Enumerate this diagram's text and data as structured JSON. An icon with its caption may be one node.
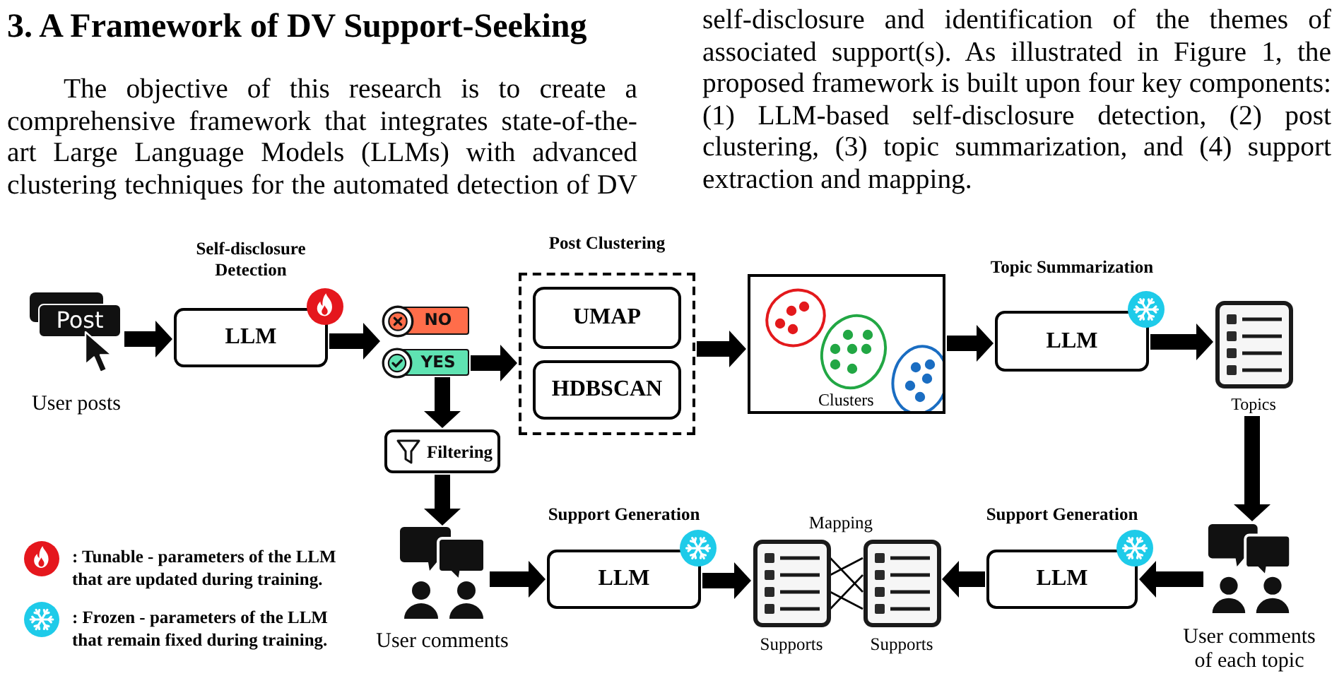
{
  "diagram": {
    "title": "3. A Framework of DV Support-Seeking",
    "nodes": [
      {
        "text": [
          "Post"
        ],
        "beside": [
          "User posts"
        ]
      },
      {
        "text": [
          "Self-disclosure Detection",
          "LLM"
        ]
      },
      {
        "text": [
          "NO"
        ]
      },
      {
        "text": [
          "YES"
        ]
      },
      {
        "text": [
          "Post Clustering"
        ]
      },
      {
        "text": [
          "UMAP"
        ],
        "in": 4
      },
      {
        "text": [
          "HDBSCAN"
        ],
        "in": 4
      },
      {
        "text": [
          "Clusters"
        ]
      },
      {
        "text": [
          "Topic Summarization",
          "LLM"
        ]
      },
      {
        "text": [],
        "shape": "picture",
        "beside": [
          "Topics"
        ]
      },
      {
        "text": [
          "Filtering"
        ]
      },
      {
        "text": [],
        "shape": "picture",
        "beside": [
          "User comments"
        ]
      },
      {
        "text": [
          "Support Generation",
          "LLM"
        ]
      },
      {
        "text": [],
        "shape": "picture",
        "beside": [
          "Supports"
        ]
      },
      {
        "text": [],
        "shape": "picture",
        "beside": [
          "Supports"
        ]
      },
      {
        "text": [
          "Support Generation",
          "LLM"
        ]
      },
      {
        "text": [],
        "shape": "picture",
        "beside": [
          "User comments of each topic"
        ]
      }
    ],
    "edges": [
      {
        "from": 0,
        "to": 1,
        "arrow": "to"
      },
      {
        "from": 1,
        "to": 2,
        "arrow": "to"
      },
      {
        "from": 1,
        "to": 3,
        "arrow": "to"
      },
      {
        "from": 3,
        "to": 4,
        "arrow": "to"
      },
      {
        "from": 3,
        "to": 10,
        "arrow": "to"
      },
      {
        "from": 4,
        "to": 7,
        "arrow": "to"
      },
      {
        "from": 7,
        "to": 8,
        "arrow": "to"
      },
      {
        "from": 8,
        "to": 9,
        "arrow": "to"
      },
      {
        "from": 9,
        "to": 16,
        "arrow": "to"
      },
      {
        "from": 10,
        "to": 11,
        "arrow": "to"
      },
      {
        "from": 11,
        "to": 12,
        "arrow": "to"
      },
      {
        "from": 12,
        "to": 13,
        "arrow": "to"
      },
      {
        "from": 16,
        "to": 15,
        "arrow": "to"
      },
      {
        "from": 15,
        "to": 14,
        "arrow": "to"
      },
      {
        "from": 13,
        "to": 14,
        "arrow": "none"
      },
      {
        "from": 13,
        "to": 14,
        "arrow": "none"
      },
      {
        "from": 13,
        "to": 14,
        "arrow": "none"
      },
      {
        "from": 13,
        "to": 14,
        "arrow": "none"
      }
    ],
    "labels": [
      "The objective of this research is to create a comprehensive framework that integrates state-of-the-art Large Language Models (LLMs) with advanced clustering techniques for the automated detection of DV",
      "self-disclosure and identification of the themes of associated support(s). As illustrated in Figure 1, the proposed framework is built upon four key components: (1) LLM-based self-disclosure detection, (2) post clustering, (3) topic summarization, and (4) support extraction and mapping.",
      "Mapping"
    ],
    "legend": [
      {
        "text": ": Tunable - parameters of the LLM that are updated during training."
      },
      {
        "text": ": Frozen - parameters of the LLM that remain fixed during training."
      }
    ]
  }
}
